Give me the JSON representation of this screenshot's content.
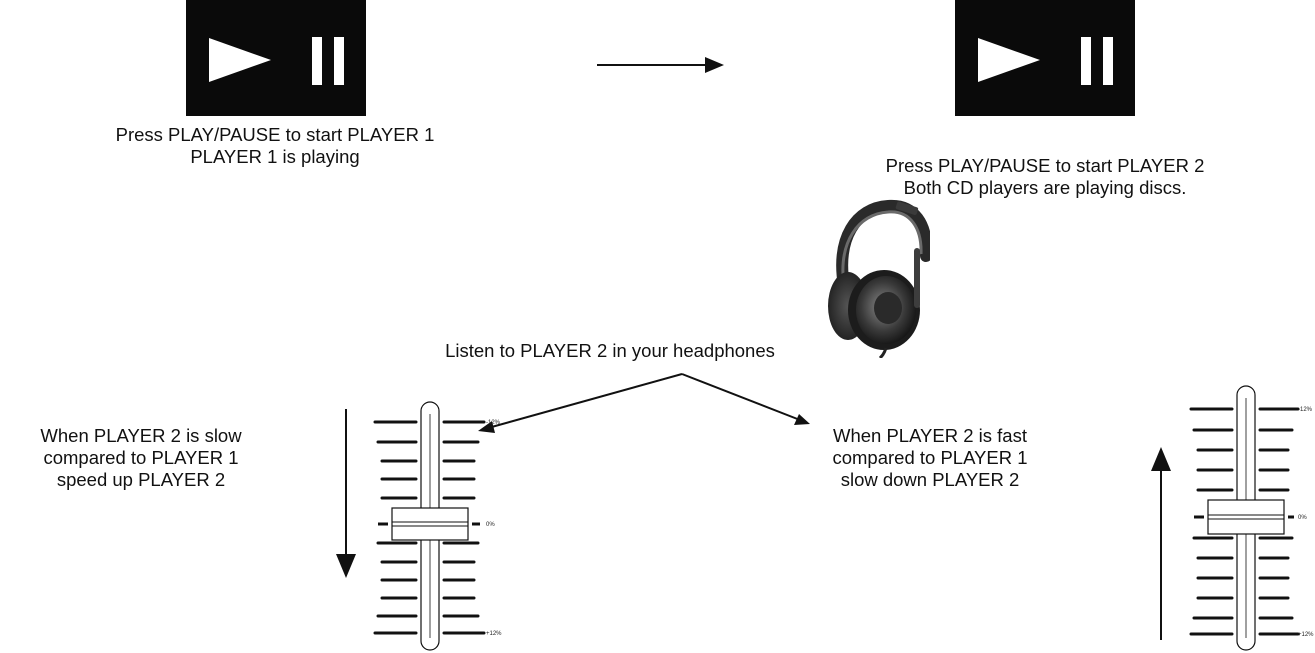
{
  "step1": {
    "button_icon": "play-pause-icon",
    "caption_line1": "Press PLAY/PAUSE to start PLAYER 1",
    "caption_line2": "PLAYER 1 is playing"
  },
  "step2": {
    "button_icon": "play-pause-icon",
    "caption_line1": "Press PLAY/PAUSE to start PLAYER 2",
    "caption_line2": "Both CD players are playing discs."
  },
  "headphones": {
    "icon": "headphones-icon",
    "caption": "Listen to PLAYER 2 in your headphones"
  },
  "slow_case": {
    "line1": "When PLAYER 2 is slow",
    "line2": "compared to PLAYER 1",
    "line3": "speed up PLAYER 2",
    "arrow": "down"
  },
  "fast_case": {
    "line1": "When PLAYER 2 is fast",
    "line2": "compared to PLAYER 1",
    "line3": "slow down PLAYER 2",
    "arrow": "up"
  },
  "fader": {
    "top_label": "-12%",
    "mid_label": "0%",
    "bottom_label": "+12%"
  },
  "colors": {
    "button_bg": "#0a0a0a",
    "button_fg": "#ffffff",
    "line": "#111111"
  }
}
